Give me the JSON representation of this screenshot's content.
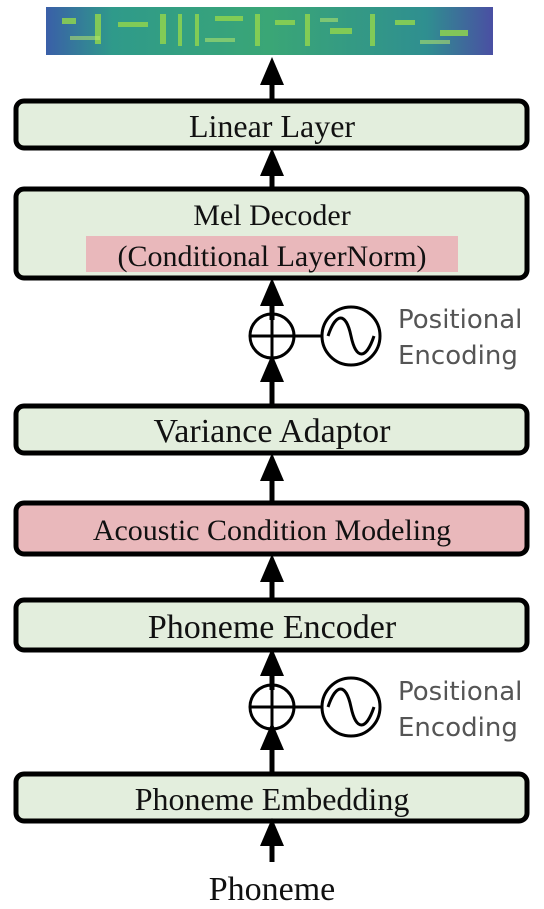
{
  "colors": {
    "block_fill": "#e3eedd",
    "highlight_fill": "#e9b8bb",
    "stroke": "#000000",
    "positional_encoding_text": "#555555"
  },
  "spectrogram": {
    "icon": "mel-spectrogram-image"
  },
  "blocks": {
    "linear_layer": "Linear Layer",
    "mel_decoder_line1": "Mel Decoder",
    "mel_decoder_line2": "(Conditional LayerNorm)",
    "variance_adaptor": "Variance Adaptor",
    "acoustic_condition_modeling": "Acoustic Condition Modeling",
    "phoneme_encoder": "Phoneme Encoder",
    "phoneme_embedding": "Phoneme Embedding"
  },
  "positional_encoding": {
    "line1": "Positional",
    "line2": "Encoding",
    "icons": [
      "adder-icon",
      "sine-wave-icon"
    ]
  },
  "input_label": "Phoneme"
}
